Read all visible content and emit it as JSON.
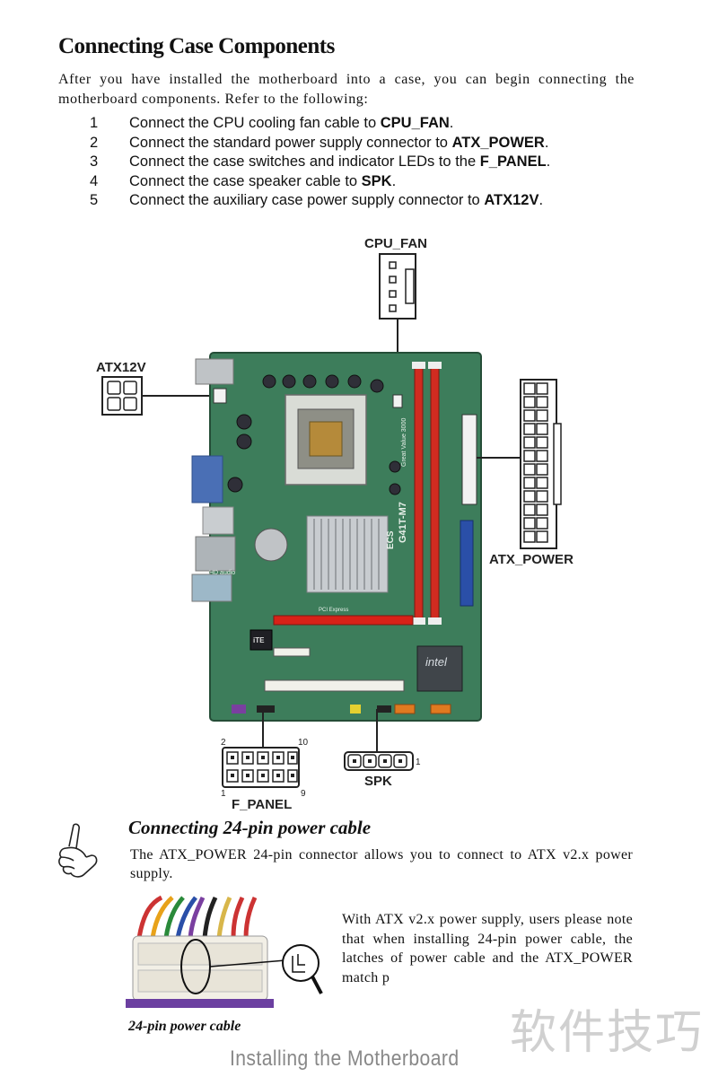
{
  "title": "Connecting Case Components",
  "intro": "After you have installed the motherboard into a case, you can begin connecting the motherboard components. Refer to the following:",
  "steps": [
    {
      "num": "1",
      "text": "Connect the CPU cooling fan cable to ",
      "bold": "CPU_FAN",
      "end": "."
    },
    {
      "num": "2",
      "text": "Connect the standard power supply connector to ",
      "bold": "ATX_POWER",
      "end": "."
    },
    {
      "num": "3",
      "text": "Connect the case switches and indicator LEDs to the ",
      "bold": "F_PANEL",
      "end": "."
    },
    {
      "num": "4",
      "text": "Connect the case speaker cable to ",
      "bold": "SPK",
      "end": "."
    },
    {
      "num": "5",
      "text": "Connect the auxiliary case power supply connector to ",
      "bold": "ATX12V",
      "end": "."
    }
  ],
  "diagram": {
    "cpu_fan_label": "CPU_FAN",
    "atx12v_label": "ATX12V",
    "atx_power_label": "ATX_POWER",
    "f_panel_label": "F_PANEL",
    "spk_label": "SPK",
    "f_panel_pins": {
      "top_left": "2",
      "top_right": "10",
      "bottom_left": "1",
      "bottom_right": "9"
    },
    "spk_pin": "1",
    "board_text": {
      "model": "G41T-M7",
      "brand": "ECS",
      "chip": "intel",
      "series": "Great Value 3000",
      "pci_express": "PCI Express",
      "ite": "iTE",
      "hd_audio": "HD audio"
    }
  },
  "note": {
    "title": "Connecting 24-pin power cable",
    "body": "The ATX_POWER 24-pin connector allows you to connect to ATX v2.x power supply.",
    "warning": "With ATX v2.x power supply, users please note that when installing 24-pin power cable, the latches of power cable and the ATX_POWER match p",
    "photo_caption": "24-pin power cable"
  },
  "footer": "Installing the Motherboard",
  "watermark": "软件技巧",
  "colors": {
    "board": "#3d7d5b",
    "board_dark": "#2c5e44",
    "dimm_red": "#d02b20",
    "pcie_red": "#d82218",
    "ide_blue": "#2a4fa8",
    "footer_gray": "#888888"
  }
}
